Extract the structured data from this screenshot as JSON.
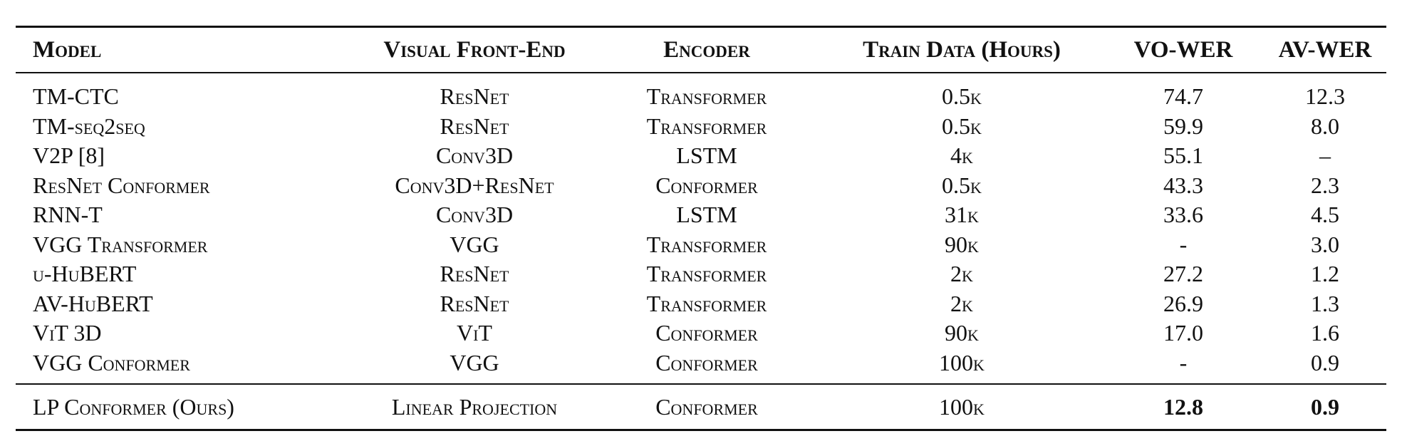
{
  "table": {
    "headers": [
      "Model",
      "Visual Front-End",
      "Encoder",
      "Train Data (Hours)",
      "VO-WER",
      "AV-WER"
    ],
    "rows": [
      [
        "TM-CTC",
        "ResNet",
        "Transformer",
        "0.5k",
        "74.7",
        "12.3"
      ],
      [
        "TM-seq2seq",
        "ResNet",
        "Transformer",
        "0.5k",
        "59.9",
        "8.0"
      ],
      [
        "V2P [8]",
        "Conv3D",
        "LSTM",
        "4k",
        "55.1",
        "–"
      ],
      [
        "ResNet Conformer",
        "Conv3D+ResNet",
        "Conformer",
        "0.5k",
        "43.3",
        "2.3"
      ],
      [
        "RNN-T",
        "Conv3D",
        "LSTM",
        "31k",
        "33.6",
        "4.5"
      ],
      [
        "VGG Transformer",
        "VGG",
        "Transformer",
        "90k",
        "-",
        "3.0"
      ],
      [
        "u-HuBERT",
        "ResNet",
        "Transformer",
        "2k",
        "27.2",
        "1.2"
      ],
      [
        "AV-HuBERT",
        "ResNet",
        "Transformer",
        "2k",
        "26.9",
        "1.3"
      ],
      [
        "ViT 3D",
        "ViT",
        "Conformer",
        "90k",
        "17.0",
        "1.6"
      ],
      [
        "VGG Conformer",
        "VGG",
        "Conformer",
        "100k",
        "-",
        "0.9"
      ]
    ],
    "ours": [
      "LP Conformer (Ours)",
      "Linear Projection",
      "Conformer",
      "100k",
      "12.8",
      "0.9"
    ]
  }
}
